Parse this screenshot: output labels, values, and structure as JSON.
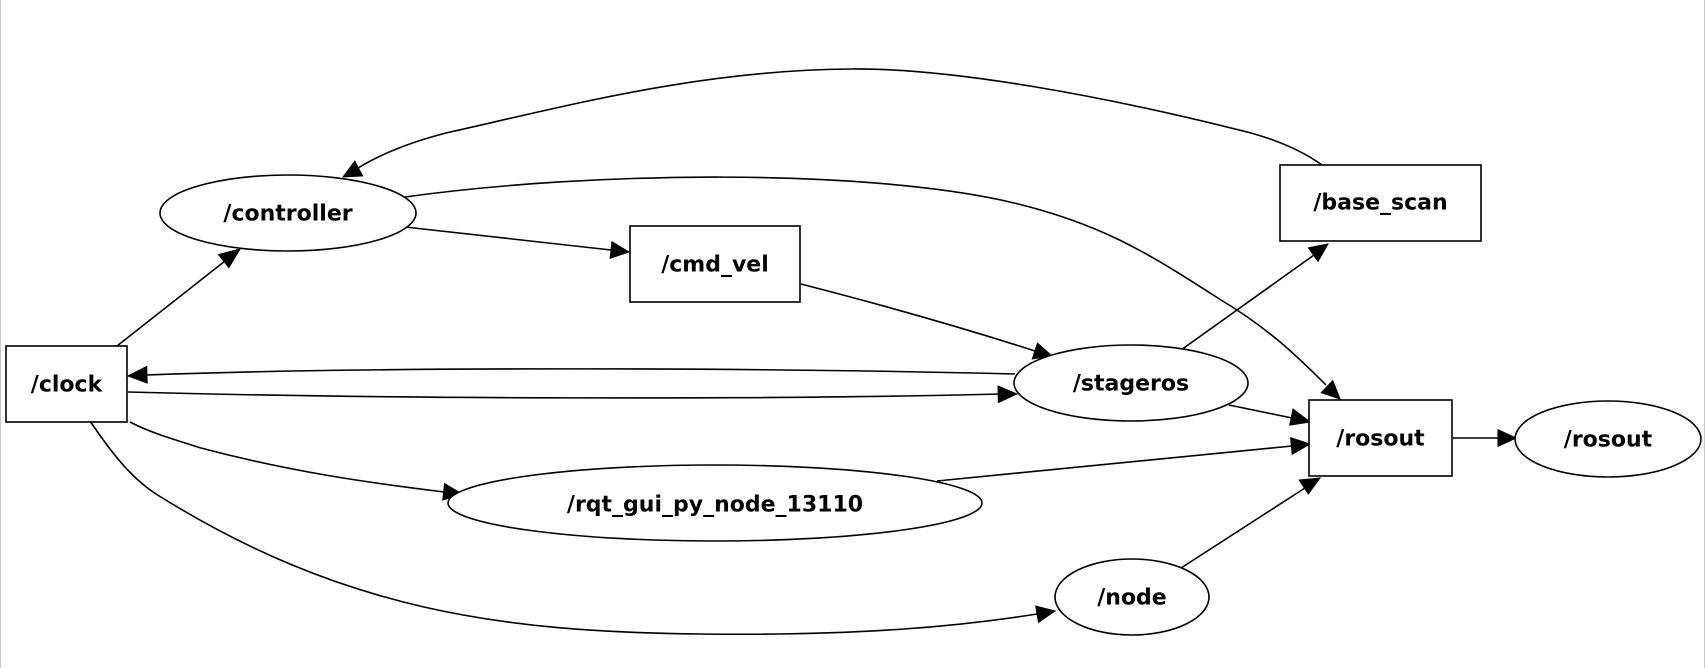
{
  "graph": {
    "nodes": {
      "clock": {
        "label": "/clock",
        "shape": "box"
      },
      "controller": {
        "label": "/controller",
        "shape": "ellipse"
      },
      "cmd_vel": {
        "label": "/cmd_vel",
        "shape": "box"
      },
      "base_scan": {
        "label": "/base_scan",
        "shape": "box"
      },
      "stageros": {
        "label": "/stageros",
        "shape": "ellipse"
      },
      "rosout_topic": {
        "label": "/rosout",
        "shape": "box"
      },
      "rosout_node": {
        "label": "/rosout",
        "shape": "ellipse"
      },
      "rqt_gui": {
        "label": "/rqt_gui_py_node_13110",
        "shape": "ellipse"
      },
      "node": {
        "label": "/node",
        "shape": "ellipse"
      }
    },
    "edges": [
      {
        "from": "/clock",
        "to": "/controller"
      },
      {
        "from": "/clock",
        "to": "/stageros"
      },
      {
        "from": "/clock",
        "to": "/rqt_gui_py_node_13110"
      },
      {
        "from": "/clock",
        "to": "/node"
      },
      {
        "from": "/controller",
        "to": "/cmd_vel"
      },
      {
        "from": "/controller",
        "to": "/rosout"
      },
      {
        "from": "/base_scan",
        "to": "/controller"
      },
      {
        "from": "/cmd_vel",
        "to": "/stageros"
      },
      {
        "from": "/stageros",
        "to": "/clock"
      },
      {
        "from": "/stageros",
        "to": "/base_scan"
      },
      {
        "from": "/stageros",
        "to": "/rosout"
      },
      {
        "from": "/rqt_gui_py_node_13110",
        "to": "/rosout"
      },
      {
        "from": "/node",
        "to": "/rosout"
      },
      {
        "from": "/rosout",
        "to": "/rosout"
      }
    ]
  }
}
